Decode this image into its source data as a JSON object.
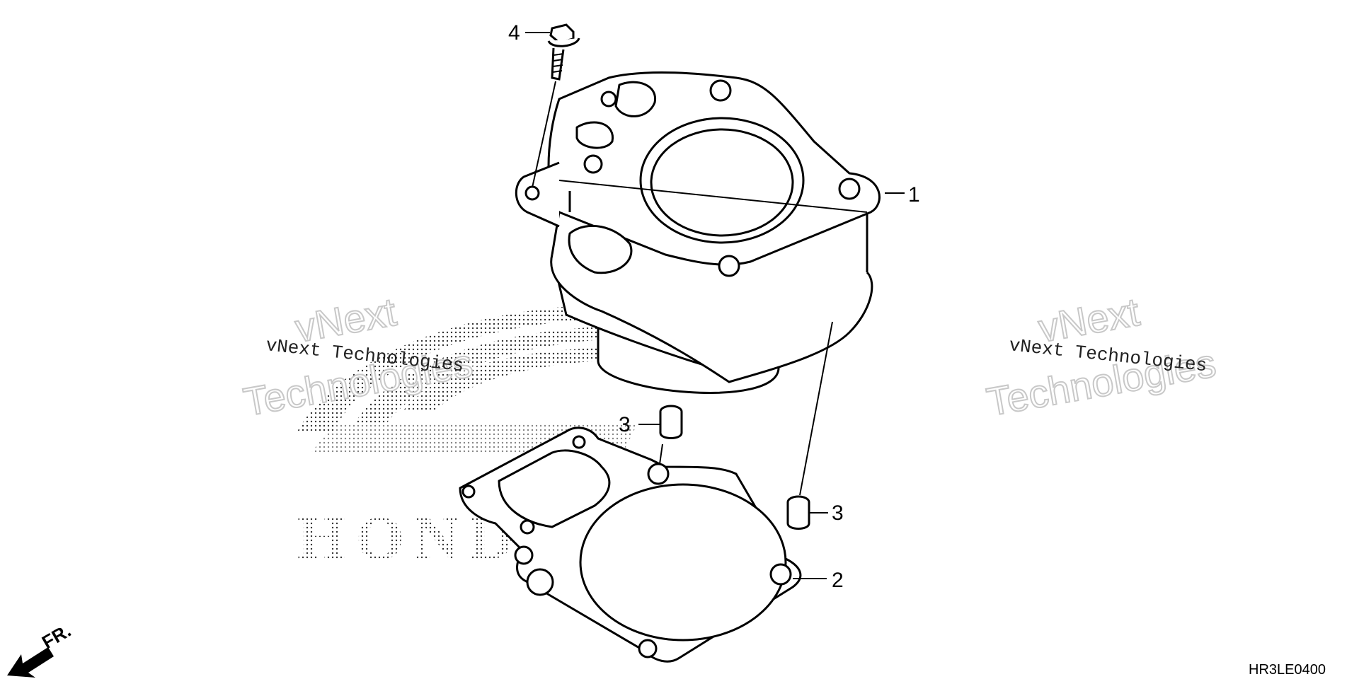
{
  "diagram": {
    "callouts": [
      {
        "id": "cylinder",
        "label": "1"
      },
      {
        "id": "gasket",
        "label": "2"
      },
      {
        "id": "dowel-upper",
        "label": "3"
      },
      {
        "id": "dowel-lower",
        "label": "3"
      },
      {
        "id": "bolt",
        "label": "4"
      }
    ],
    "watermark": {
      "line1": "vNext",
      "line2": "Technologies",
      "caption": "vNext Technologies"
    },
    "brand_text": "HONDA",
    "direction_label": "FR.",
    "diagram_code": "HR3LE0400"
  }
}
